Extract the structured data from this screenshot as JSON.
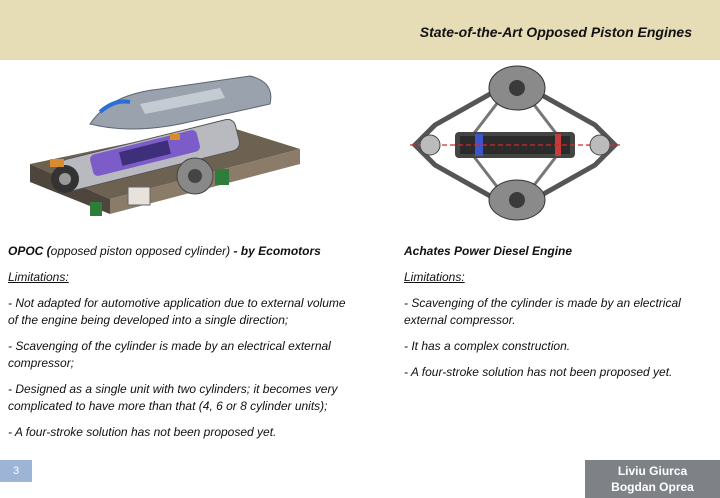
{
  "header": {
    "title": "State-of-the-Art Opposed Piston Engines"
  },
  "left": {
    "heading_bold": "OPOC (",
    "heading_normal": "opposed piston opposed cylinder)",
    "heading_tail": " - by Ecomotors",
    "limitations_label": "Limitations:",
    "items": [
      "- Not adapted for automotive application due to external volume of the engine being developed into a single direction;",
      "- Scavenging of the cylinder is made by an electrical external compressor;",
      "- Designed as a single unit with two cylinders; it becomes very complicated to have more than that (4, 6 or 8 cylinder units);",
      "-  A four-stroke solution has not been proposed yet."
    ]
  },
  "right": {
    "heading": "Achates Power Diesel Engine",
    "limitations_label": "Limitations:",
    "items": [
      "- Scavenging of the cylinder is made by an electrical external compressor.",
      "- It has a complex construction.",
      "- A four-stroke solution has not been proposed yet."
    ]
  },
  "footer": {
    "page_number": "3",
    "author1": "Liviu Giurca",
    "author2": "Bogdan Oprea"
  }
}
